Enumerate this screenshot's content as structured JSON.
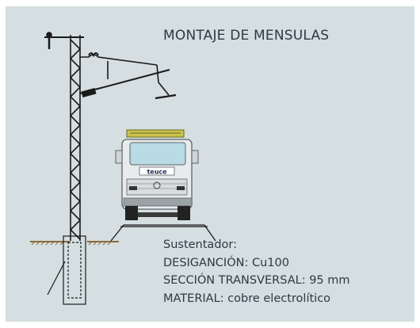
{
  "title": "MONTAJE DE MENSULAS",
  "vehicle_label": "teuce",
  "info": {
    "line1": "Sustentador:",
    "line2": "DESIGANCIÓN: Cu100",
    "line3": "SECCIÓN TRANSVERSAL: 95 mm",
    "line4": "MATERIAL: cobre electrolítico"
  },
  "colors": {
    "background": "#d5dee0",
    "text": "#2b3a46",
    "structure": "#1a1a1a",
    "ground": "#8a6a3a",
    "vehicle_body": "#e8ebec",
    "vehicle_rack": "#c9c24a"
  }
}
